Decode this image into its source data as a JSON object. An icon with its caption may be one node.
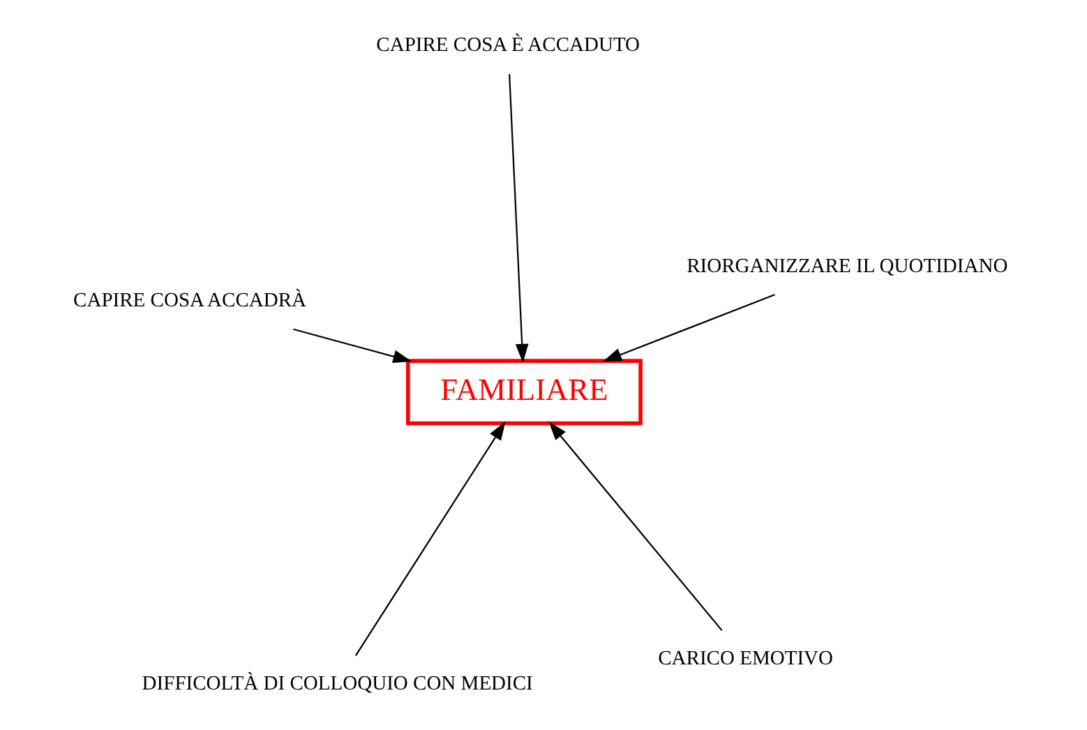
{
  "diagram": {
    "nodes": [
      {
        "text": [
          "FAMILIARE"
        ]
      },
      {
        "text": [
          "CARICO EMOTIVO"
        ]
      },
      {
        "text": [
          "DIFFICOLTÀ DI COLLOQUIO CON MEDICI"
        ]
      },
      {
        "text": [
          "CAPIRE COSA ACCADRÀ"
        ]
      },
      {
        "text": [
          "RIORGANIZZARE IL QUOTIDIANO"
        ]
      },
      {
        "text": [
          "CAPIRE COSA È ACCADUTO"
        ]
      }
    ],
    "edges": [
      {
        "from": 1,
        "to": 0,
        "arrow": "to"
      },
      {
        "from": 2,
        "to": 0,
        "arrow": "to"
      },
      {
        "from": 3,
        "to": 0,
        "arrow": "to"
      },
      {
        "from": 4,
        "to": 0,
        "arrow": "to"
      },
      {
        "from": 5,
        "to": 0,
        "arrow": "to"
      }
    ]
  }
}
